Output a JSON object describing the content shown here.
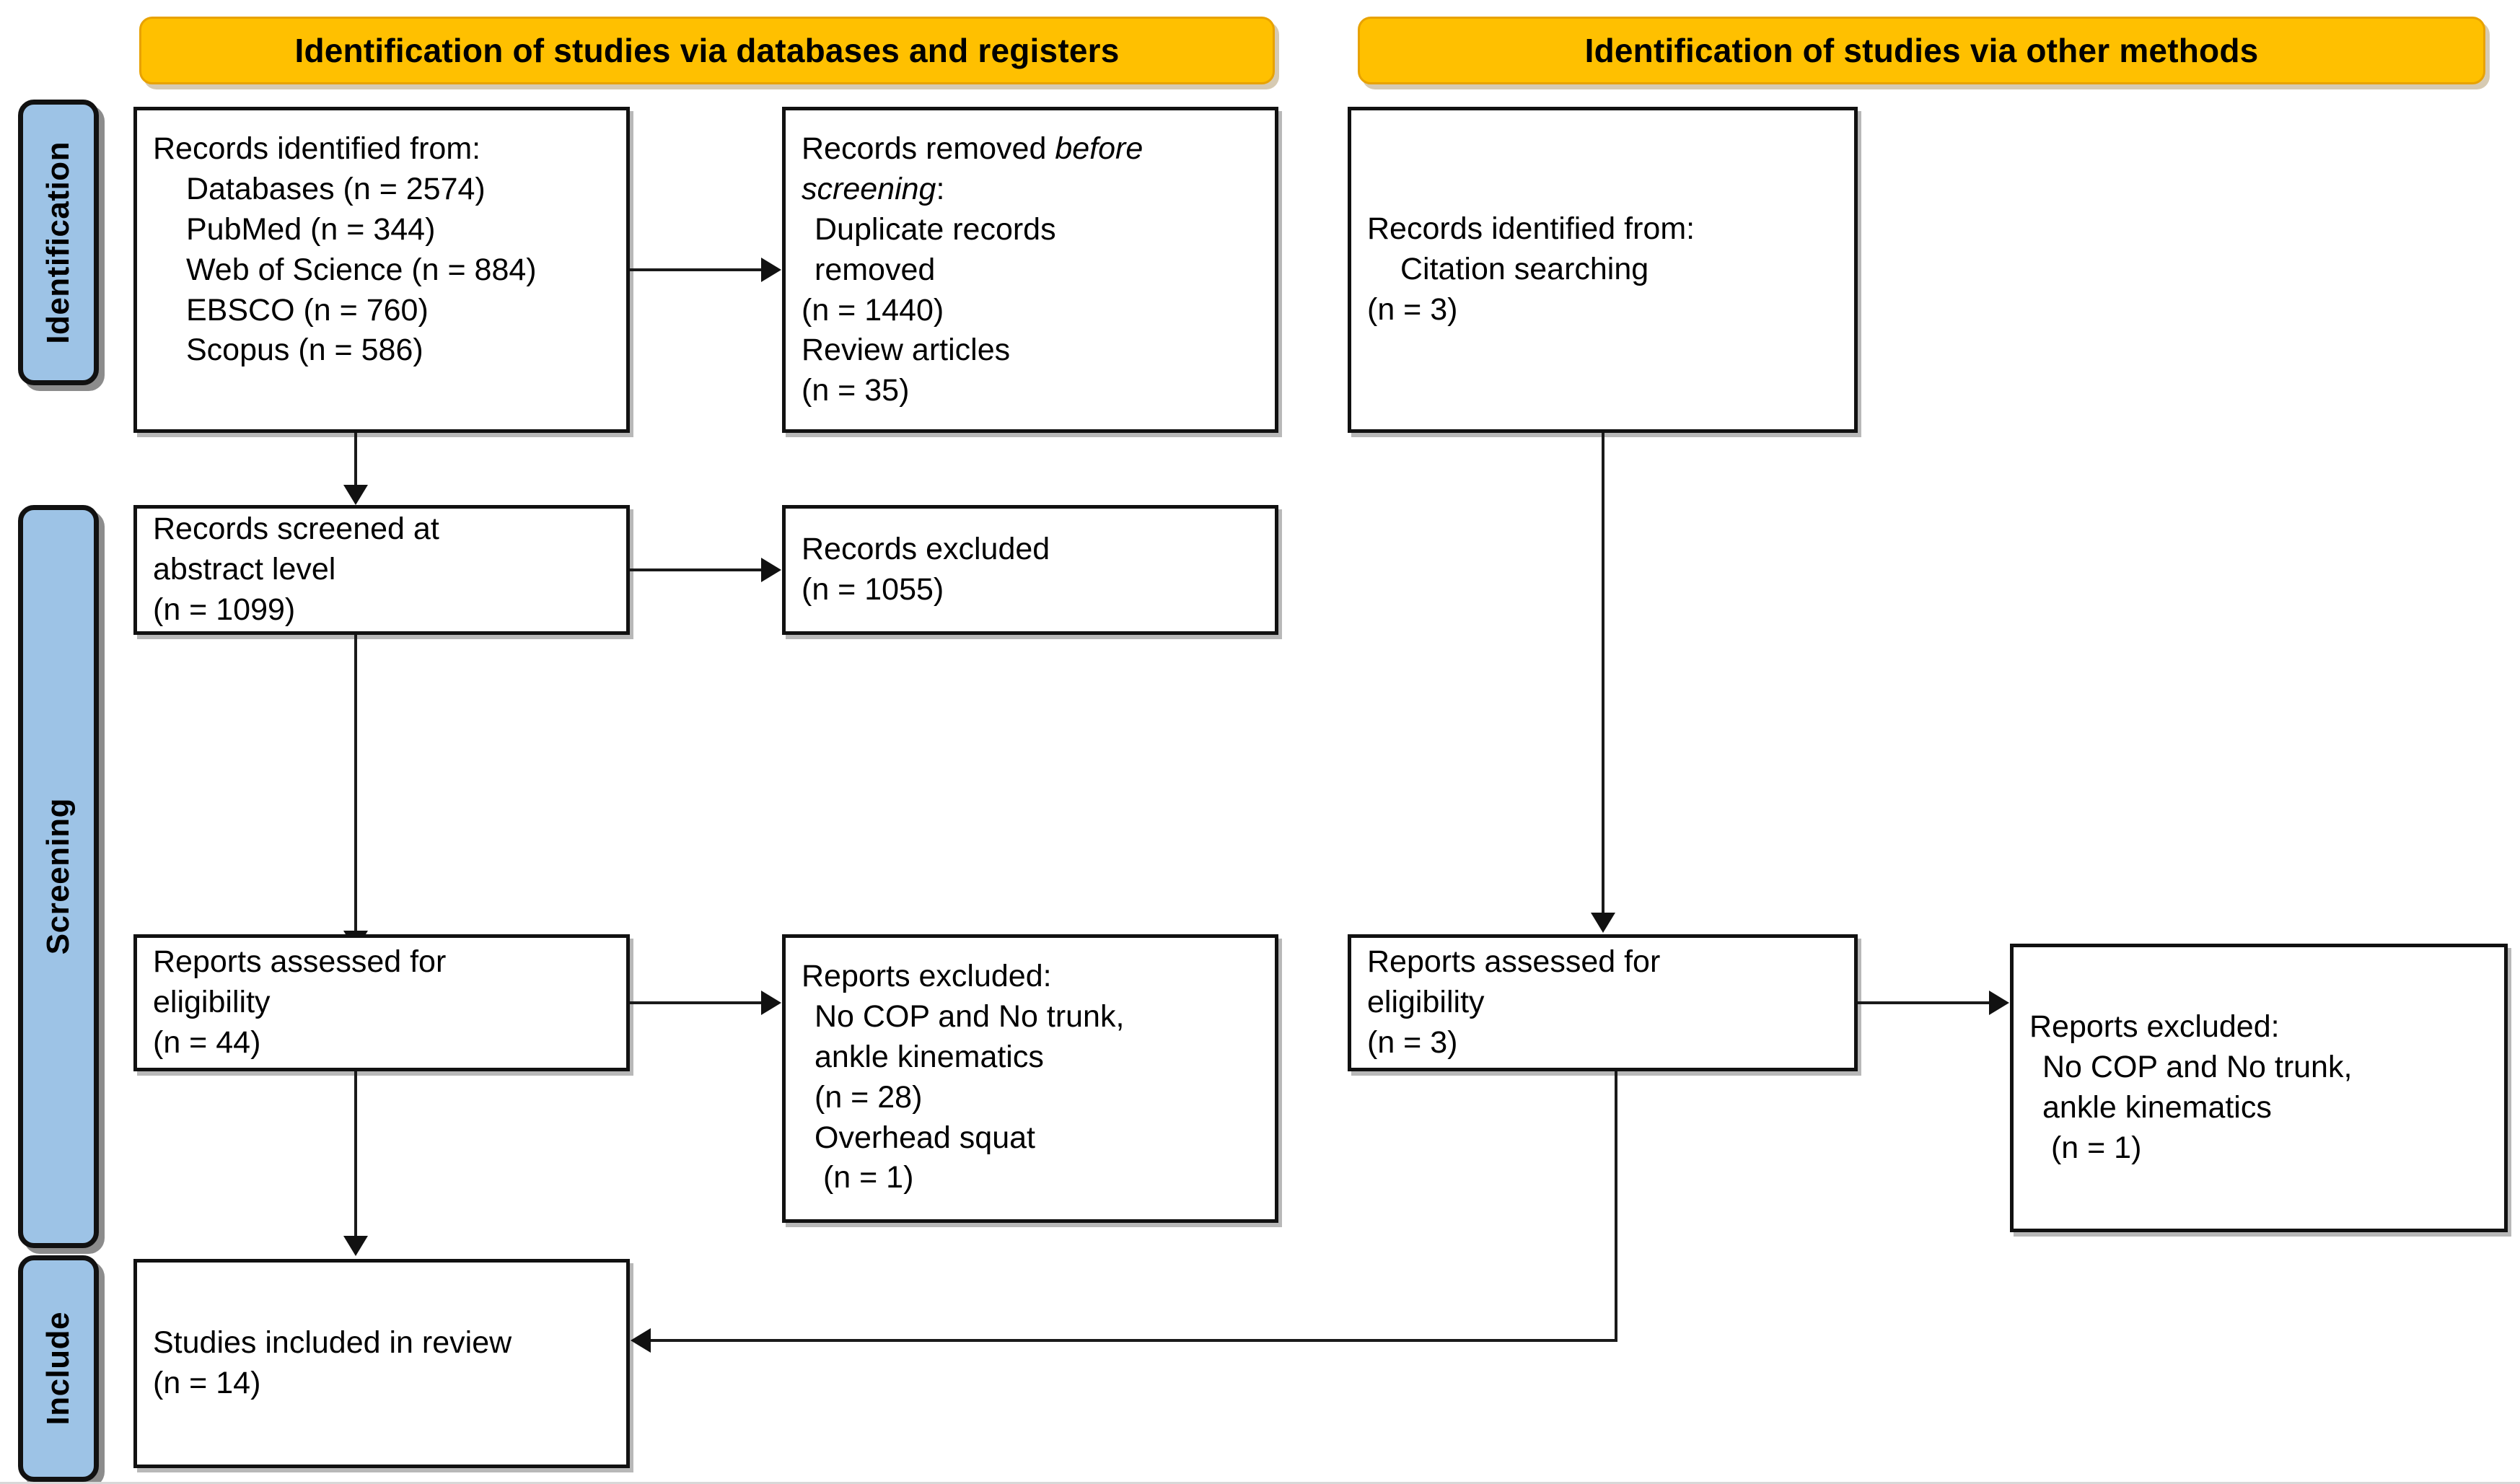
{
  "headers": [
    {
      "label": "Identification of studies via databases and registers"
    },
    {
      "label": "Identification of studies via other methods"
    }
  ],
  "stages": [
    {
      "label": "Identification"
    },
    {
      "label": "Screening"
    },
    {
      "label": "Include"
    }
  ],
  "boxes": {
    "records_identified_db": {
      "name": "records-identified-databases",
      "lines": [
        {
          "text": "Records identified from:",
          "indent": 0
        },
        {
          "text": "Databases (n = 2574)",
          "indent": 1
        },
        {
          "text": "PubMed (n = 344)",
          "indent": 1
        },
        {
          "text": "Web of Science (n = 884)",
          "indent": 1
        },
        {
          "text": "EBSCO (n = 760)",
          "indent": 1
        },
        {
          "text": "Scopus (n = 586)",
          "indent": 1
        }
      ]
    },
    "records_removed": {
      "name": "records-removed-before-screening",
      "lines": [
        {
          "text": "Records removed ",
          "indent": 0,
          "italic_tail": "before"
        },
        {
          "text": "screening",
          "indent": 0,
          "italic_head": true,
          "tail": ":"
        },
        {
          "text": "Duplicate records",
          "indent": 1
        },
        {
          "text": "removed",
          "indent": 1
        },
        {
          "text": "(n = 1440)",
          "indent": 0
        },
        {
          "text": "Review articles",
          "indent": 0
        },
        {
          "text": "(n = 35)",
          "indent": 0
        }
      ]
    },
    "records_identified_other": {
      "name": "records-identified-other-methods",
      "lines": [
        {
          "text": "Records identified from:",
          "indent": 0
        },
        {
          "text": "Citation searching",
          "indent": 1
        },
        {
          "text": "(n = 3)",
          "indent": 0
        }
      ]
    },
    "records_screened": {
      "name": "records-screened",
      "lines": [
        {
          "text": "Records screened at",
          "indent": 0
        },
        {
          "text": "abstract level",
          "indent": 0
        },
        {
          "text": "(n = 1099)",
          "indent": 0
        }
      ]
    },
    "records_excluded": {
      "name": "records-excluded",
      "lines": [
        {
          "text": "Records excluded",
          "indent": 0
        },
        {
          "text": "(n = 1055)",
          "indent": 0
        }
      ]
    },
    "reports_assessed_db": {
      "name": "reports-assessed-eligibility-databases",
      "lines": [
        {
          "text": "Reports assessed for",
          "indent": 0
        },
        {
          "text": "eligibility",
          "indent": 0
        },
        {
          "text": "(n = 44)",
          "indent": 0
        }
      ]
    },
    "reports_excluded_db": {
      "name": "reports-excluded-databases",
      "lines": [
        {
          "text": "Reports excluded:",
          "indent": 0
        },
        {
          "text": "No COP and No trunk,",
          "indent": 1
        },
        {
          "text": "ankle kinematics",
          "indent": 1
        },
        {
          "text": "(n = 28)",
          "indent": 1
        },
        {
          "text": "Overhead squat",
          "indent": 1
        },
        {
          "text": " (n = 1)",
          "indent": 1
        }
      ]
    },
    "reports_assessed_other": {
      "name": "reports-assessed-eligibility-other",
      "lines": [
        {
          "text": "Reports assessed for",
          "indent": 0
        },
        {
          "text": "eligibility",
          "indent": 0
        },
        {
          "text": "(n = 3)",
          "indent": 0
        }
      ]
    },
    "reports_excluded_other": {
      "name": "reports-excluded-other",
      "lines": [
        {
          "text": "Reports excluded:",
          "indent": 0
        },
        {
          "text": "No COP and No trunk,",
          "indent": 1
        },
        {
          "text": "ankle kinematics",
          "indent": 1
        },
        {
          "text": " (n = 1)",
          "indent": 1
        }
      ]
    },
    "studies_included": {
      "name": "studies-included-in-review",
      "lines": [
        {
          "text": "Studies included in review",
          "indent": 0
        },
        {
          "text": "(n = 14)",
          "indent": 0
        }
      ]
    }
  },
  "colors": {
    "header_fill": "#FFC000",
    "header_border": "#E8A200",
    "stage_fill": "#9DC3E6",
    "box_border": "#111111",
    "connector": "#1A1A1A"
  },
  "chart_data": {
    "type": "diagram",
    "title": "PRISMA 2020 flow diagram",
    "columns": [
      "Identification of studies via databases and registers",
      "Identification of studies via other methods"
    ],
    "stages": [
      "Identification",
      "Screening",
      "Include"
    ],
    "counts": {
      "databases_total": 2574,
      "pubmed": 344,
      "web_of_science": 884,
      "ebsco": 760,
      "scopus": 586,
      "duplicates_removed": 1440,
      "review_articles_removed": 35,
      "records_screened": 1099,
      "records_excluded": 1055,
      "reports_assessed_db": 44,
      "reports_excluded_no_cop_db": 28,
      "reports_excluded_overhead_squat": 1,
      "citation_searching": 3,
      "reports_assessed_other": 3,
      "reports_excluded_no_cop_other": 1,
      "studies_included": 14
    }
  }
}
